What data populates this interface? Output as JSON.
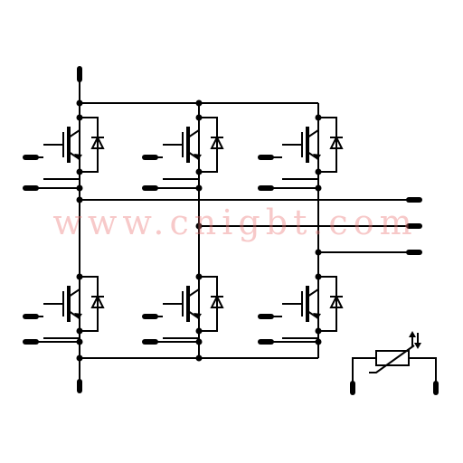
{
  "watermark": "www.cnigbt.com",
  "colors": {
    "wire": "#000000",
    "background": "#ffffff",
    "watermark": "#eb7878"
  },
  "diagram": {
    "type": "three-phase IGBT inverter bridge with NTC thermistor",
    "switch_count": 6,
    "legs": [
      "leg-1",
      "leg-2",
      "leg-3"
    ],
    "outputs": [
      "phase-1",
      "phase-2",
      "phase-3"
    ],
    "thermistor": true
  }
}
